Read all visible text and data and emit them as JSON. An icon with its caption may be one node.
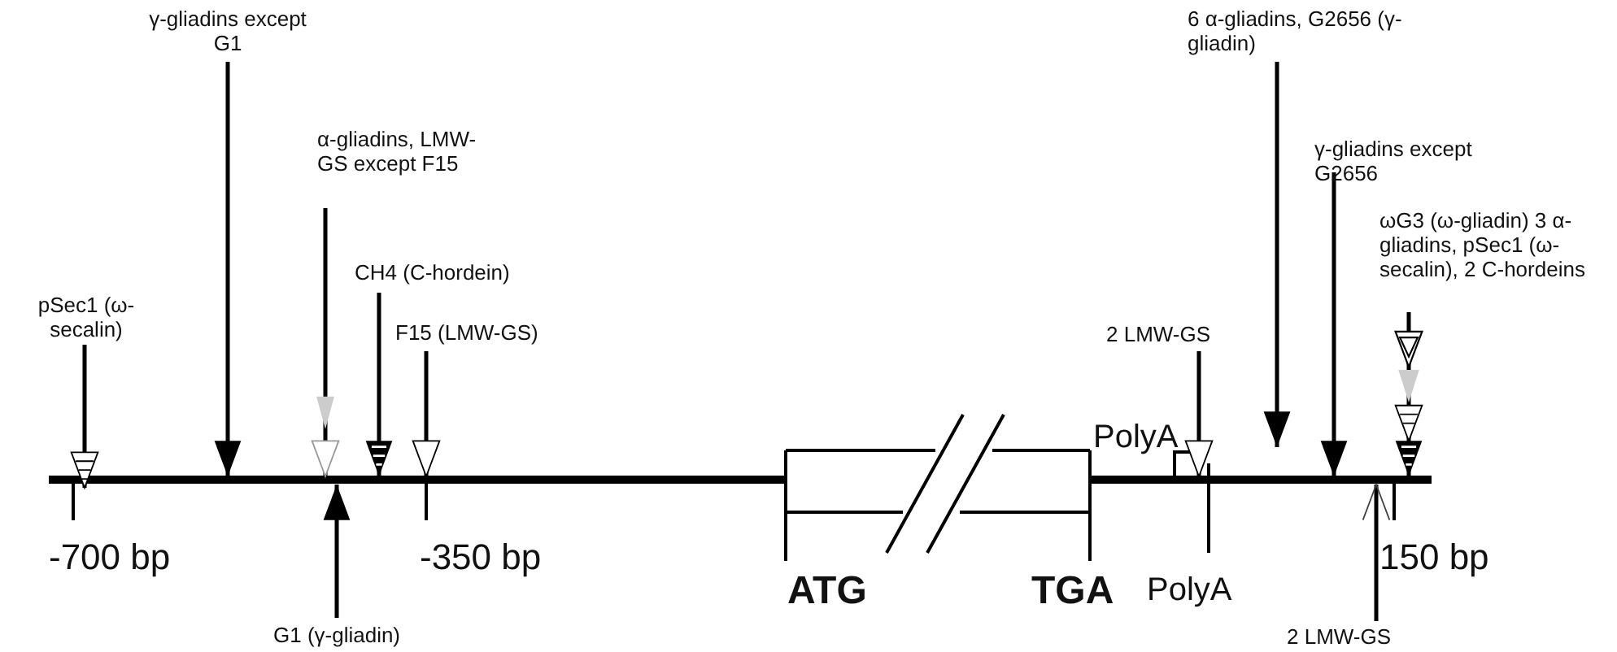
{
  "diagram": {
    "nodes": [
      {
        "text": [
          "pSec1 (ω-secalin)"
        ]
      },
      {
        "text": [
          "γ-gliadins except G1"
        ]
      },
      {
        "text": [
          "α-gliadins, LMW-GS except F15"
        ]
      },
      {
        "text": [
          "CH4 (C-hordein)"
        ]
      },
      {
        "text": [
          "F15 (LMW-GS)"
        ]
      },
      {
        "text": [
          "G1 (γ-gliadin)"
        ]
      },
      {
        "text": [
          "2 LMW-GS"
        ]
      },
      {
        "text": [
          "6 α-gliadins, G2656 (γ-gliadin)"
        ]
      },
      {
        "text": [
          "γ-gliadins except G2656"
        ]
      },
      {
        "text": [
          "ωG3 (ω-gliadin) 3 α-gliadins, pSec1 (ω-secalin), 2 C-hordeins"
        ]
      },
      {
        "text": [
          "2 LMW-GS"
        ]
      }
    ],
    "edges": [
      {
        "from": 0,
        "to": null,
        "arrow": "to"
      },
      {
        "from": 1,
        "to": null,
        "arrow": "to"
      },
      {
        "from": 2,
        "to": null,
        "arrow": "to"
      },
      {
        "from": 3,
        "to": null,
        "arrow": "to"
      },
      {
        "from": 4,
        "to": null,
        "arrow": "to"
      },
      {
        "from": 5,
        "to": null,
        "arrow": "to"
      },
      {
        "from": 6,
        "to": null,
        "arrow": "to"
      },
      {
        "from": 7,
        "to": null,
        "arrow": "to"
      },
      {
        "from": 8,
        "to": null,
        "arrow": "to"
      },
      {
        "from": 9,
        "to": null,
        "arrow": "to"
      },
      {
        "from": 10,
        "to": null,
        "arrow": "to"
      }
    ],
    "labels": [
      "PolyA",
      "-700 bp",
      "-350 bp",
      "150 bp",
      "ATG",
      "TGA",
      "PolyA"
    ]
  }
}
